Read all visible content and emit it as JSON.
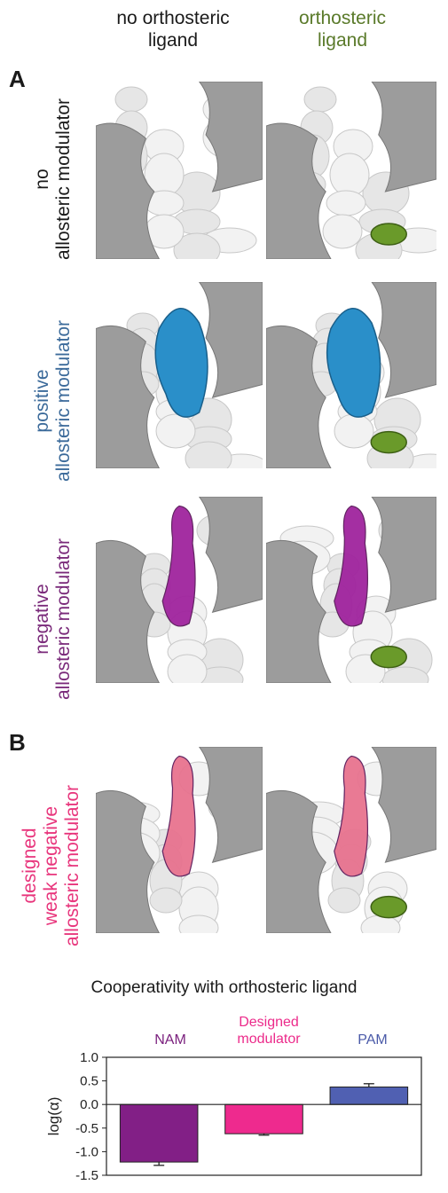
{
  "header": {
    "col1": [
      "no orthosteric",
      "ligand"
    ],
    "col2": [
      "orthosteric",
      "ligand"
    ],
    "colors": {
      "col1": "#1a1a1a",
      "col2": "#5a7a2a"
    }
  },
  "panels": {
    "a": "A",
    "b": "B"
  },
  "rows": [
    {
      "lines": [
        "no",
        "allosteric modulator"
      ],
      "color": "#1a1a1a",
      "modulator": "none",
      "modulator_color": ""
    },
    {
      "lines": [
        "positive",
        "allosteric modulator"
      ],
      "color": "#3b6a9a",
      "modulator": "positive",
      "modulator_color": "#2a8fc9"
    },
    {
      "lines": [
        "negative",
        "allosteric modulator"
      ],
      "color": "#7a2a7a",
      "modulator": "negative",
      "modulator_color": "#a0249e"
    },
    {
      "lines": [
        "designed",
        "weak negative",
        "allosteric modulator"
      ],
      "color": "#e8357c",
      "modulator": "designed",
      "modulator_color": "#e8738f"
    }
  ],
  "ligand_color": "#6a9a2a",
  "chart_title": "Cooperativity with orthosteric ligand",
  "chart_data": {
    "type": "bar",
    "categories": [
      "NAM",
      "Designed\nmodulator",
      "PAM"
    ],
    "category_lines": [
      [
        "NAM"
      ],
      [
        "Designed",
        "modulator"
      ],
      [
        "PAM"
      ]
    ],
    "category_colors": [
      "#7a1f7d",
      "#ec2a8a",
      "#4a5aa8"
    ],
    "values": [
      -1.22,
      -0.62,
      0.37
    ],
    "errors": [
      0.07,
      0.03,
      0.07
    ],
    "bar_colors": [
      "#821f86",
      "#ee2a8e",
      "#5060b2"
    ],
    "ylabel": "log(α)",
    "ylim": [
      -1.5,
      1.0
    ],
    "yticks": [
      1.0,
      0.5,
      0.0,
      -0.5,
      -1.0,
      -1.5
    ],
    "ytick_labels": [
      "1.0",
      "0.5",
      "0.0",
      "-0.5",
      "-1.0",
      "-1.5"
    ],
    "zero_line": true,
    "grid": false
  }
}
